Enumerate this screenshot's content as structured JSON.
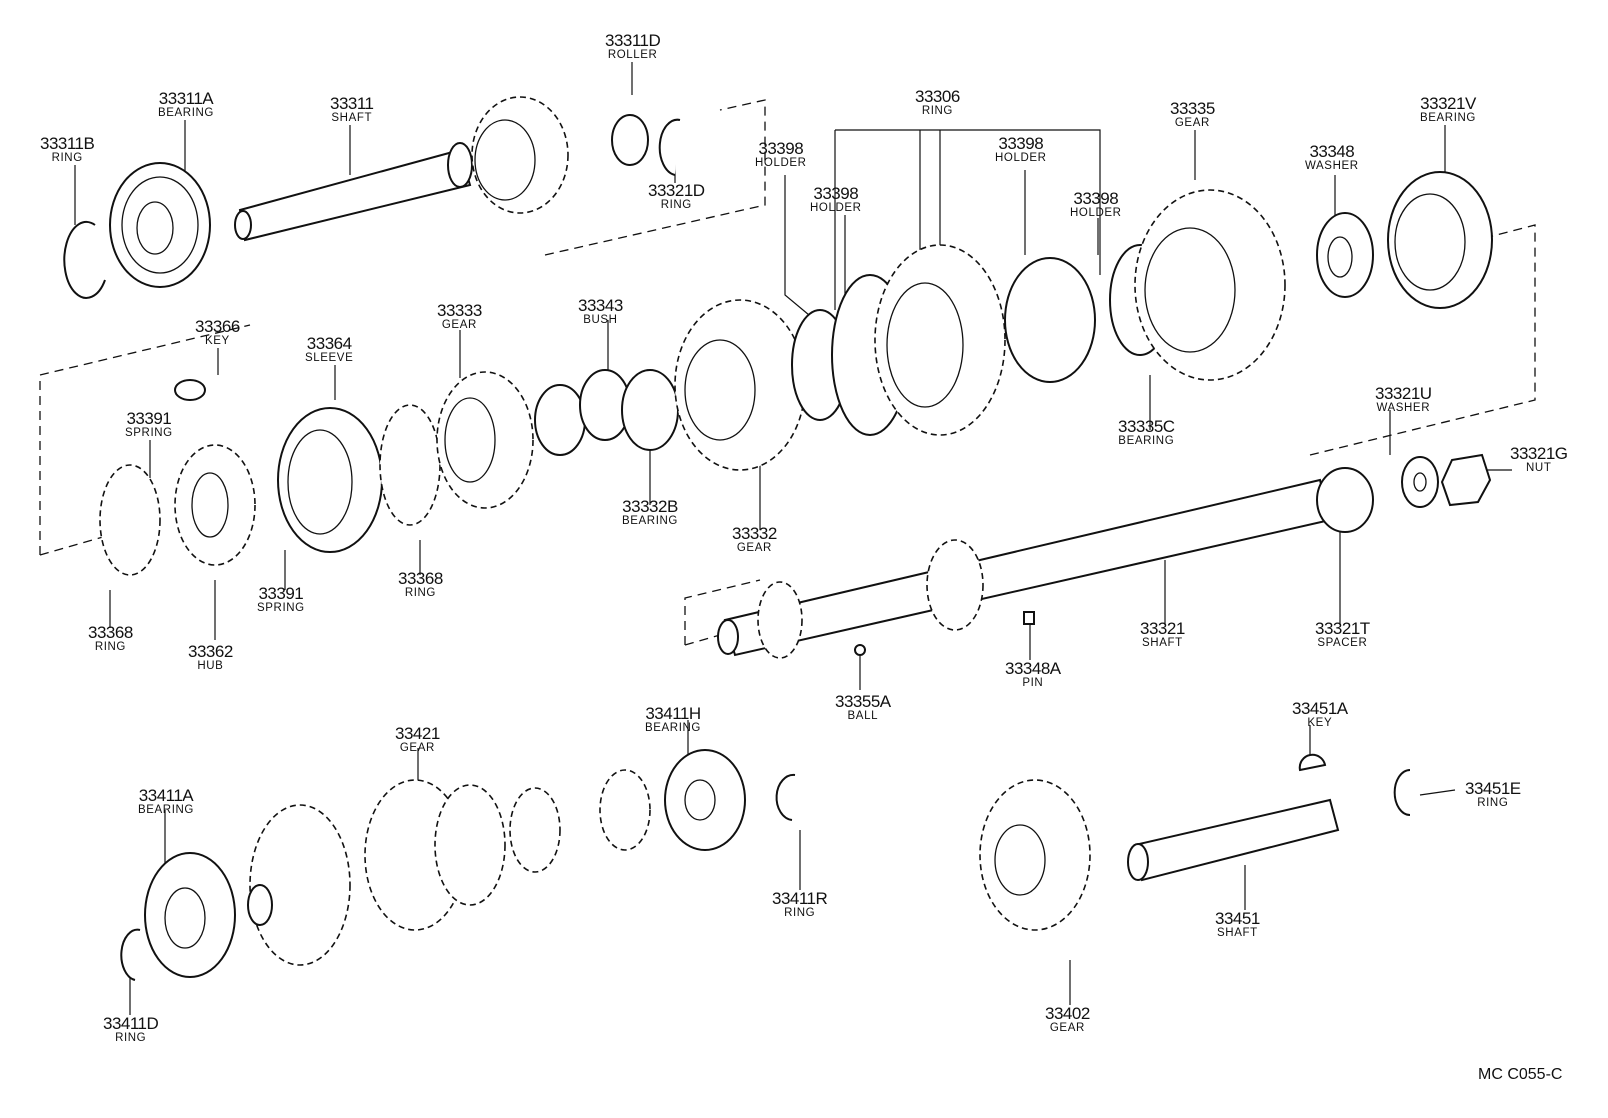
{
  "diagram": {
    "code": "MC C055-C",
    "parts": [
      {
        "id": "p33311B",
        "number": "33311B",
        "name": "RING"
      },
      {
        "id": "p33311A",
        "number": "33311A",
        "name": "BEARING"
      },
      {
        "id": "p33311",
        "number": "33311",
        "name": "SHAFT"
      },
      {
        "id": "p33311D",
        "number": "33311D",
        "name": "ROLLER"
      },
      {
        "id": "p33321D",
        "number": "33321D",
        "name": "RING"
      },
      {
        "id": "p33306",
        "number": "33306",
        "name": "RING"
      },
      {
        "id": "p33398a",
        "number": "33398",
        "name": "HOLDER"
      },
      {
        "id": "p33398b",
        "number": "33398",
        "name": "HOLDER"
      },
      {
        "id": "p33398c",
        "number": "33398",
        "name": "HOLDER"
      },
      {
        "id": "p33398d",
        "number": "33398",
        "name": "HOLDER"
      },
      {
        "id": "p33335",
        "number": "33335",
        "name": "GEAR"
      },
      {
        "id": "p33348",
        "number": "33348",
        "name": "WASHER"
      },
      {
        "id": "p33321V",
        "number": "33321V",
        "name": "BEARING"
      },
      {
        "id": "p33366",
        "number": "33366",
        "name": "KEY"
      },
      {
        "id": "p33364",
        "number": "33364",
        "name": "SLEEVE"
      },
      {
        "id": "p33333",
        "number": "33333",
        "name": "GEAR"
      },
      {
        "id": "p33343",
        "number": "33343",
        "name": "BUSH"
      },
      {
        "id": "p33391a",
        "number": "33391",
        "name": "SPRING"
      },
      {
        "id": "p33335C",
        "number": "33335C",
        "name": "BEARING"
      },
      {
        "id": "p33321U",
        "number": "33321U",
        "name": "WASHER"
      },
      {
        "id": "p33321G",
        "number": "33321G",
        "name": "NUT"
      },
      {
        "id": "p33332B",
        "number": "33332B",
        "name": "BEARING"
      },
      {
        "id": "p33332",
        "number": "33332",
        "name": "GEAR"
      },
      {
        "id": "p33391b",
        "number": "33391",
        "name": "SPRING"
      },
      {
        "id": "p33368a",
        "number": "33368",
        "name": "RING"
      },
      {
        "id": "p33368b",
        "number": "33368",
        "name": "RING"
      },
      {
        "id": "p33362",
        "number": "33362",
        "name": "HUB"
      },
      {
        "id": "p33321",
        "number": "33321",
        "name": "SHAFT"
      },
      {
        "id": "p33321T",
        "number": "33321T",
        "name": "SPACER"
      },
      {
        "id": "p33348A",
        "number": "33348A",
        "name": "PIN"
      },
      {
        "id": "p33355A",
        "number": "33355A",
        "name": "BALL"
      },
      {
        "id": "p33411H",
        "number": "33411H",
        "name": "BEARING"
      },
      {
        "id": "p33421",
        "number": "33421",
        "name": "GEAR"
      },
      {
        "id": "p33411A",
        "number": "33411A",
        "name": "BEARING"
      },
      {
        "id": "p33451A",
        "number": "33451A",
        "name": "KEY"
      },
      {
        "id": "p33451E",
        "number": "33451E",
        "name": "RING"
      },
      {
        "id": "p33411R",
        "number": "33411R",
        "name": "RING"
      },
      {
        "id": "p33451",
        "number": "33451",
        "name": "SHAFT"
      },
      {
        "id": "p33411D",
        "number": "33411D",
        "name": "RING"
      },
      {
        "id": "p33402",
        "number": "33402",
        "name": "GEAR"
      }
    ]
  }
}
